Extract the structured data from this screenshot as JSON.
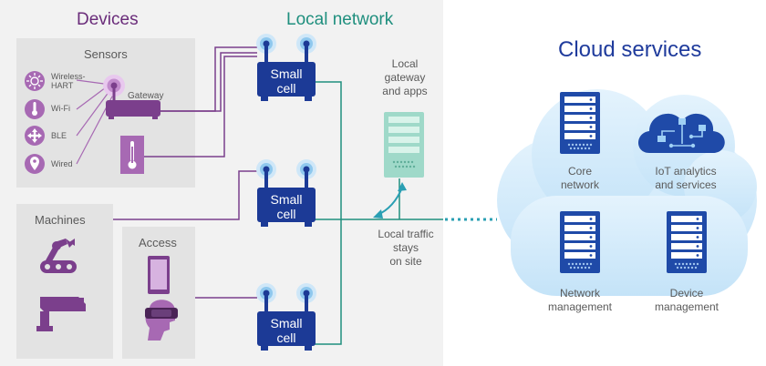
{
  "devices": {
    "title": "Devices",
    "sensors": {
      "title": "Sensors",
      "items": [
        "Wireless-\nHART",
        "Wi-Fi",
        "BLE",
        "Wired"
      ],
      "gateway_label": "Gateway"
    },
    "machines_label": "Machines",
    "access_label": "Access"
  },
  "local_network": {
    "title": "Local network",
    "small_cell_label": "Small\ncell",
    "gateway_label": "Local\ngateway\nand apps",
    "traffic_label": "Local traffic\nstays\non site"
  },
  "cloud": {
    "title": "Cloud services",
    "core_network": "Core\nnetwork",
    "iot_analytics": "IoT analytics\nand services",
    "network_management": "Network\nmanagement",
    "device_management": "Device\nmanagement"
  },
  "colors": {
    "device_purple": "#7b3f8c",
    "sensor_purple": "#a769b3",
    "cell_navy": "#1c3a96",
    "signal_blue": "#8fc8ee",
    "teal_line": "#1f8f7e",
    "cloud_fill": "#d6ecfb",
    "server_navy": "#1f4aa8"
  }
}
